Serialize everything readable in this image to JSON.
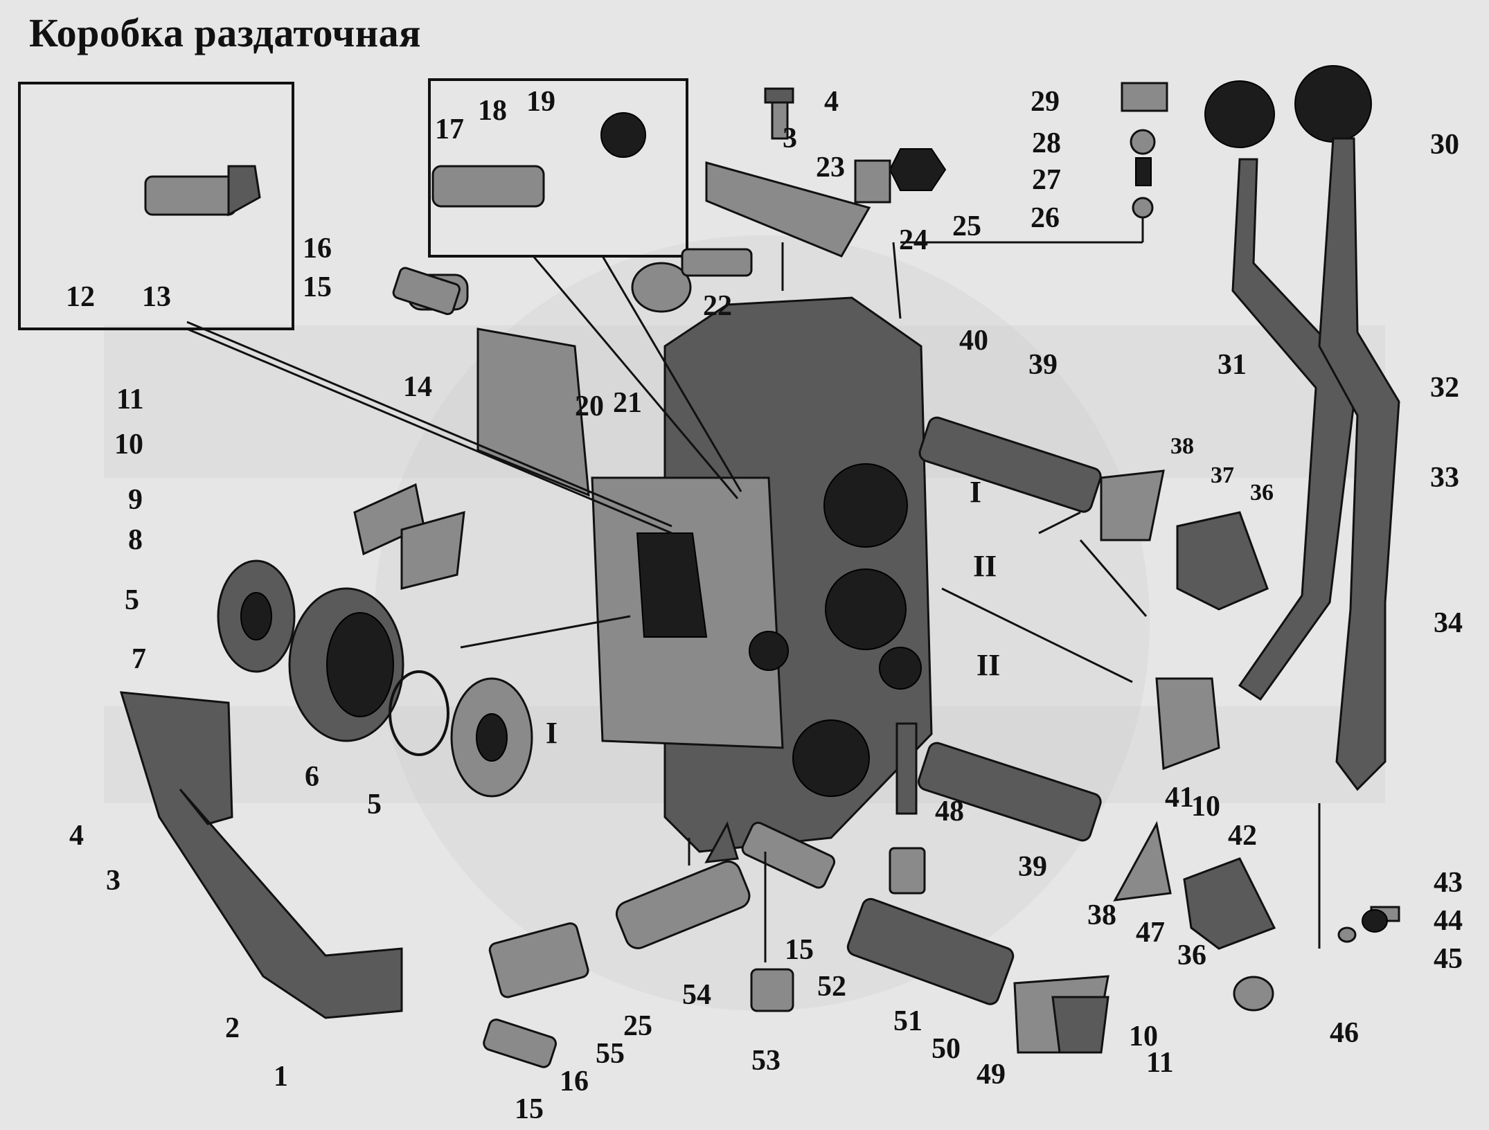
{
  "title": "Коробка раздаточная",
  "roman_labels": [
    "I",
    "II",
    "II",
    "I"
  ],
  "part_labels": [
    "1",
    "2",
    "3",
    "3",
    "4",
    "4",
    "5",
    "5",
    "6",
    "7",
    "8",
    "9",
    "10",
    "10",
    "10",
    "11",
    "11",
    "12",
    "13",
    "14",
    "15",
    "15",
    "15",
    "16",
    "16",
    "17",
    "18",
    "19",
    "20",
    "21",
    "22",
    "23",
    "24",
    "25",
    "25",
    "26",
    "27",
    "28",
    "29",
    "30",
    "31",
    "32",
    "33",
    "34",
    "36",
    "36",
    "37",
    "38",
    "38",
    "39",
    "39",
    "40",
    "41",
    "42",
    "43",
    "44",
    "45",
    "46",
    "47",
    "48",
    "49",
    "50",
    "51",
    "52",
    "53",
    "54",
    "55"
  ]
}
